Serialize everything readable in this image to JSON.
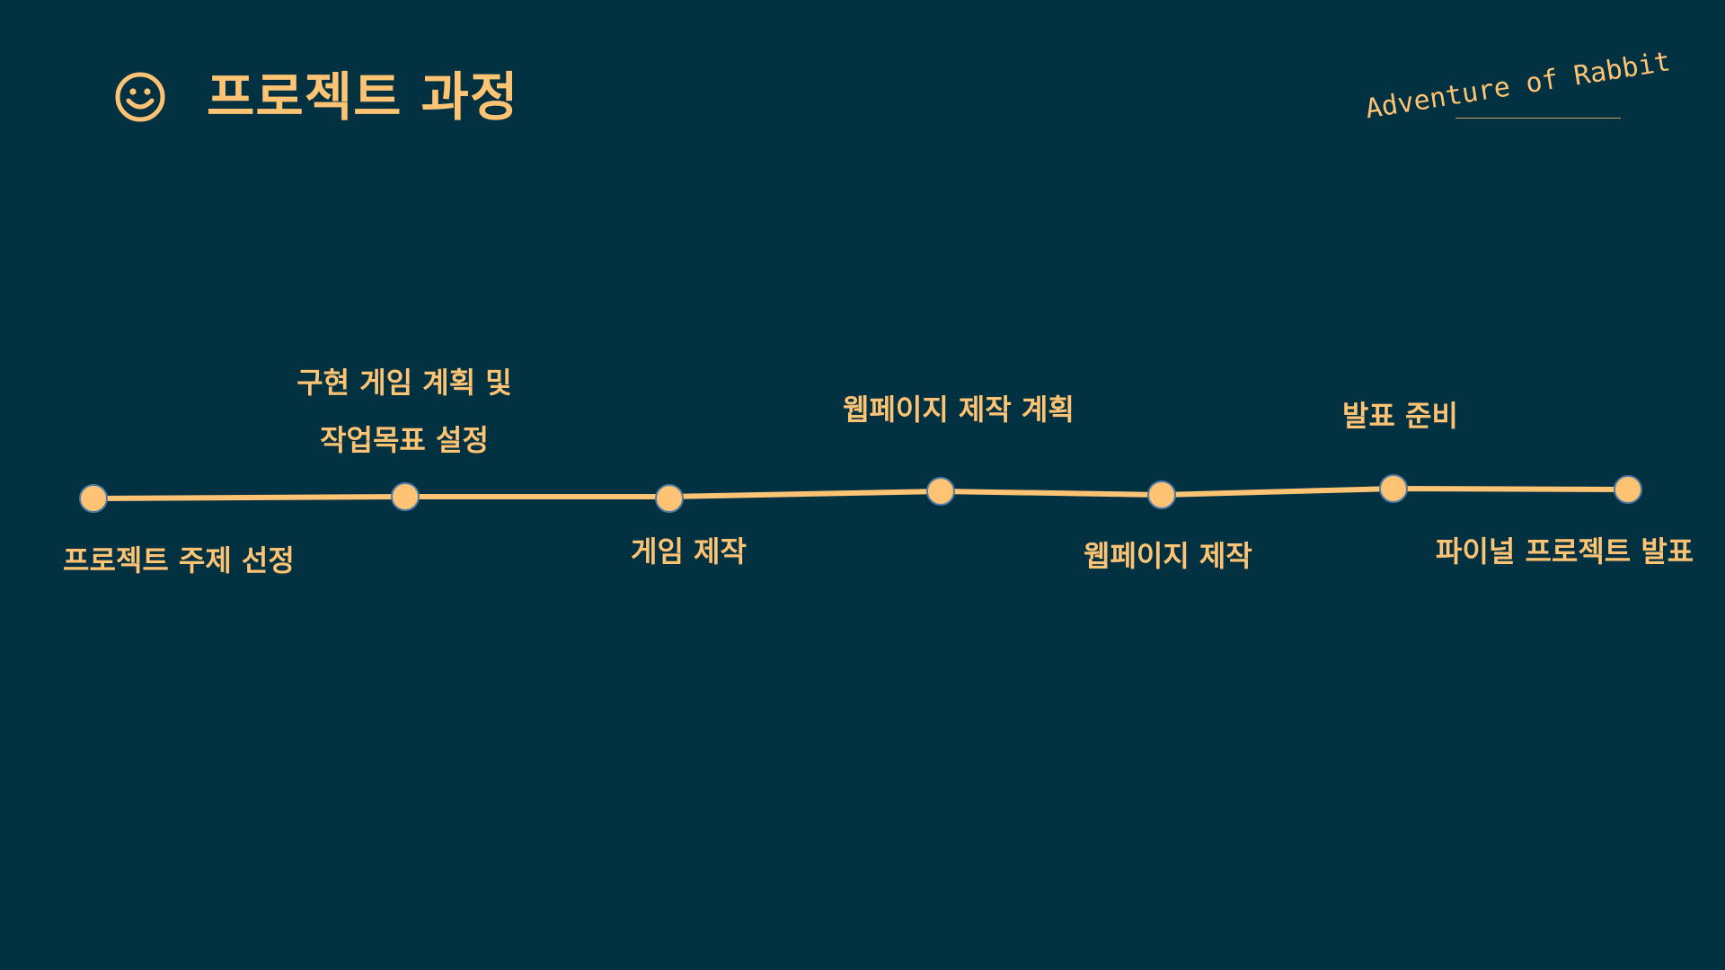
{
  "slide": {
    "title": "프로젝트 과정",
    "brand": "Adventure of Rabbit",
    "smiley_icon": "smiley-face-icon"
  },
  "colors": {
    "background": "#023142",
    "accent": "#fec373",
    "node_border": "#4f7aa6"
  },
  "timeline": {
    "steps": [
      {
        "label": "프로젝트 주제 선정",
        "position": "below"
      },
      {
        "label_lines": [
          "구현 게임 계획 및",
          "작업목표 설정"
        ],
        "position": "above"
      },
      {
        "label": "게임 제작",
        "position": "below"
      },
      {
        "label": "웹페이지 제작 계획",
        "position": "above"
      },
      {
        "label": "웹페이지 제작",
        "position": "below"
      },
      {
        "label": "발표 준비",
        "position": "above"
      },
      {
        "label": "파이널 프로젝트 발표",
        "position": "below"
      }
    ]
  }
}
